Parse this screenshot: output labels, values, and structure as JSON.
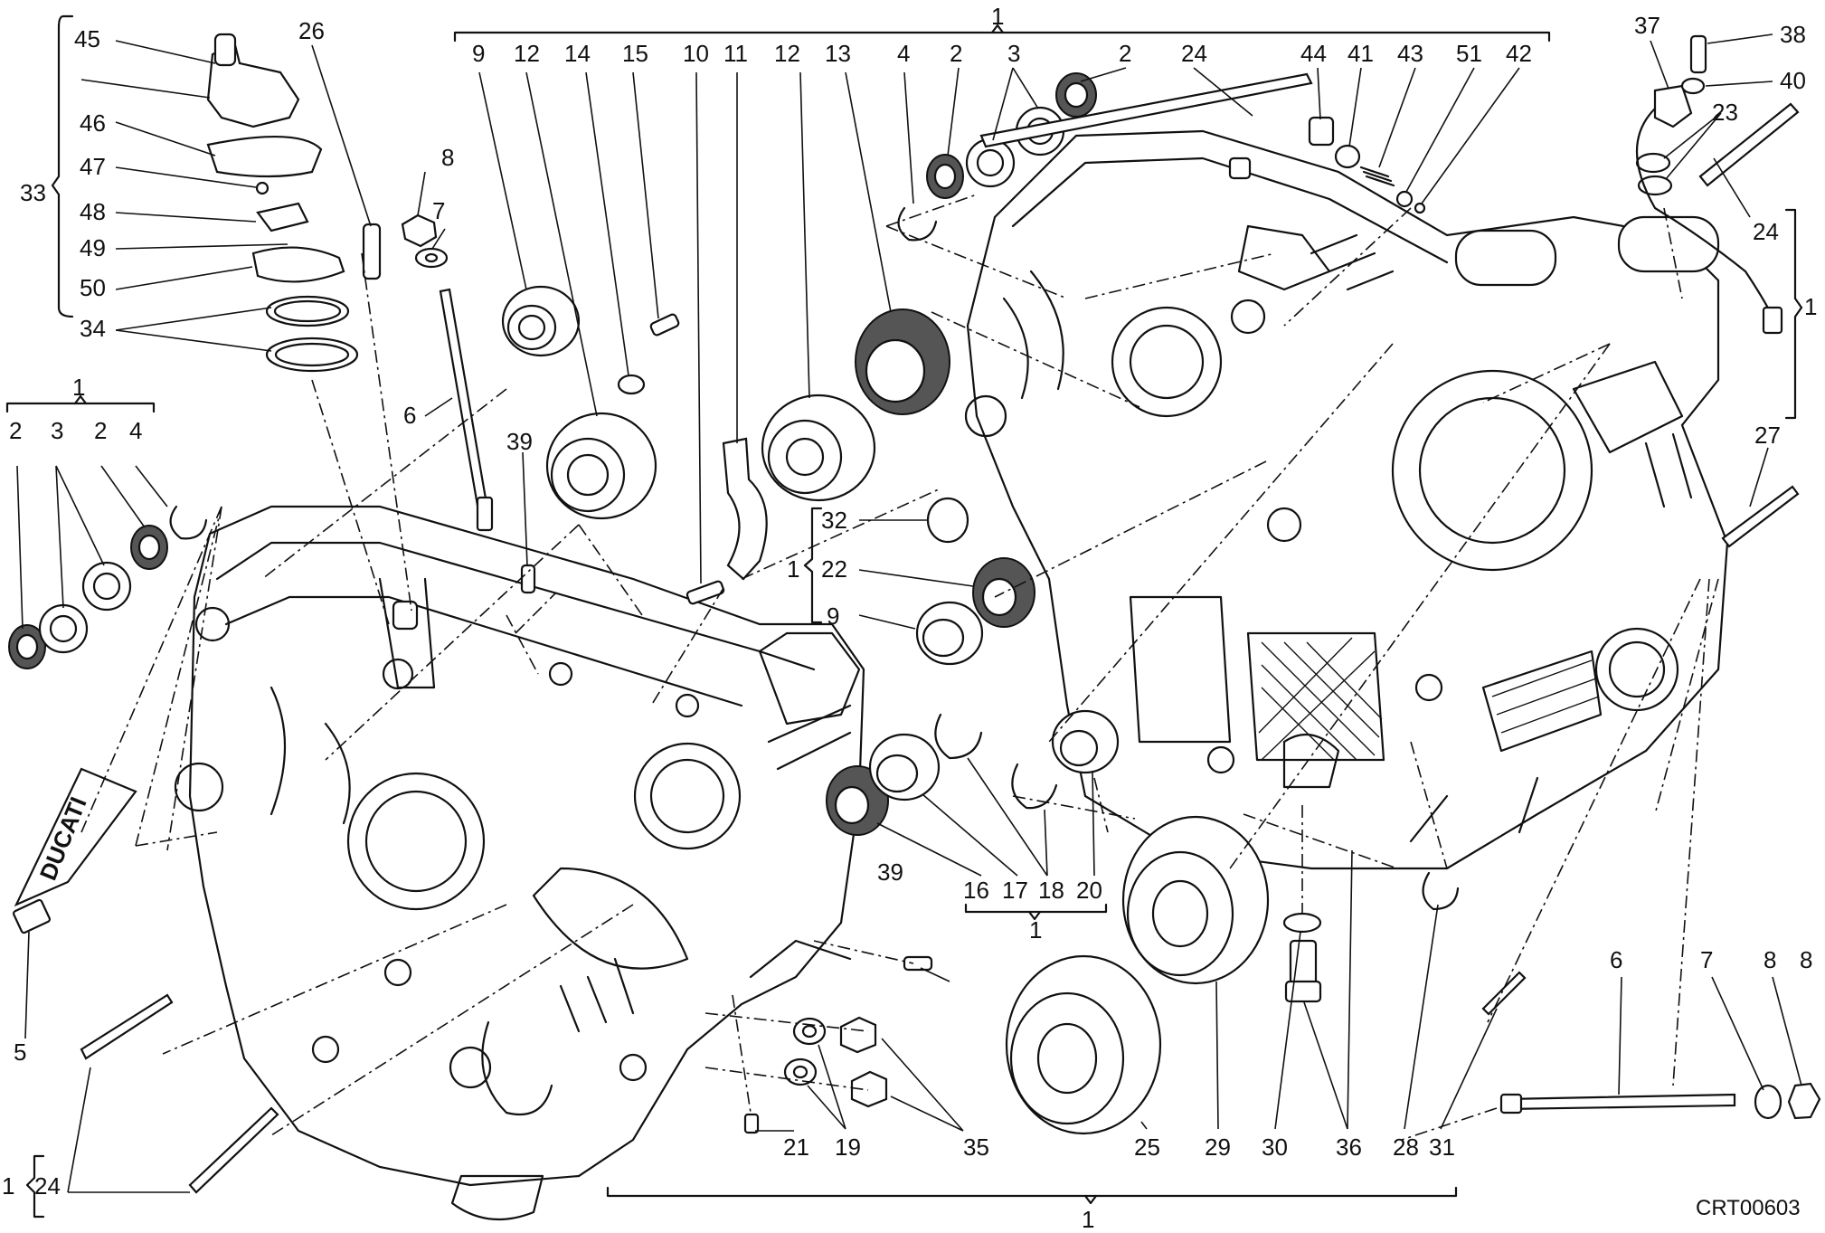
{
  "diagram": {
    "drawing_code": "CRT00603",
    "tube_brand": "DUCATI",
    "callouts": [
      "1",
      "2",
      "3",
      "4",
      "5",
      "6",
      "7",
      "8",
      "9",
      "10",
      "11",
      "12",
      "13",
      "14",
      "15",
      "16",
      "17",
      "18",
      "19",
      "20",
      "21",
      "22",
      "23",
      "24",
      "25",
      "26",
      "27",
      "28",
      "29",
      "30",
      "31",
      "32",
      "33",
      "34",
      "35",
      "36",
      "37",
      "38",
      "39",
      "40",
      "41",
      "42",
      "43",
      "44",
      "45",
      "46",
      "47",
      "48",
      "49",
      "50",
      "51"
    ]
  }
}
